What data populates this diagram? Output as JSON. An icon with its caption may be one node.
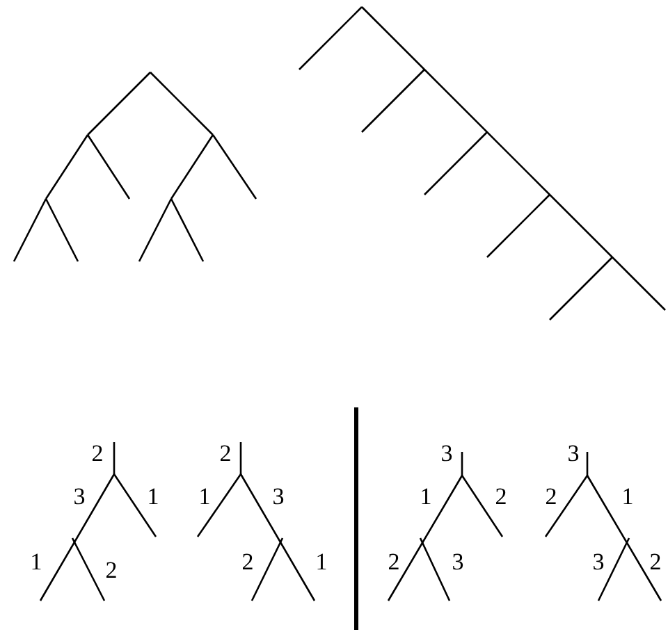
{
  "diagram": {
    "labels": [
      "2",
      "2",
      "3",
      "3",
      "3",
      "1",
      "1",
      "3",
      "1",
      "2",
      "2",
      "1",
      "1",
      "2",
      "2",
      "1",
      "2",
      "3",
      "3",
      "2"
    ]
  }
}
